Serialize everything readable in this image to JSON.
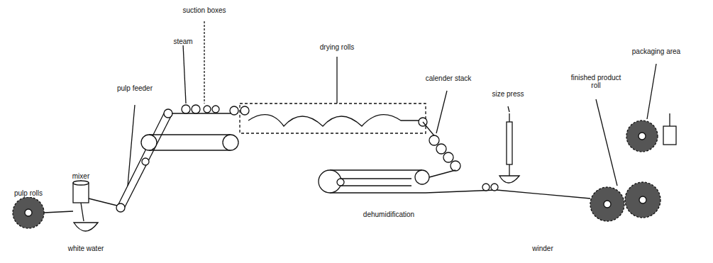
{
  "diagram": {
    "labels": [
      "suction boxes",
      "steam",
      "drying rolls",
      "pulp feeder",
      "calender stack",
      "size press",
      "finished product roll",
      "packaging area",
      "mixer",
      "pulp rolls",
      "white water",
      "dehumidification",
      "winder"
    ]
  }
}
